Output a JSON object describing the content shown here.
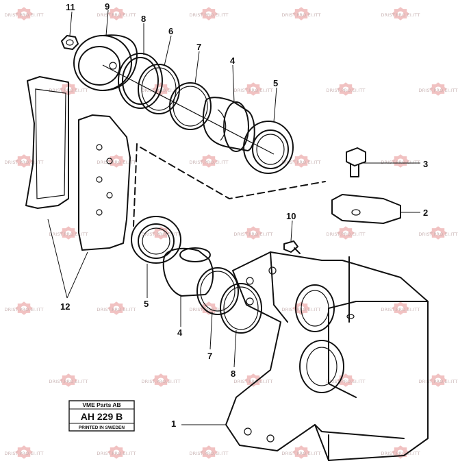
{
  "diagram": {
    "callouts": [
      {
        "id": "c11",
        "label": "11"
      },
      {
        "id": "c9",
        "label": "9"
      },
      {
        "id": "c8-top",
        "label": "8"
      },
      {
        "id": "c6",
        "label": "6"
      },
      {
        "id": "c7-top",
        "label": "7"
      },
      {
        "id": "c4-top",
        "label": "4"
      },
      {
        "id": "c5-top",
        "label": "5"
      },
      {
        "id": "c3",
        "label": "3"
      },
      {
        "id": "c2",
        "label": "2"
      },
      {
        "id": "c10",
        "label": "10"
      },
      {
        "id": "c5-bottom",
        "label": "5"
      },
      {
        "id": "c4-bottom",
        "label": "4"
      },
      {
        "id": "c7-bottom",
        "label": "7"
      },
      {
        "id": "c8-bottom",
        "label": "8"
      },
      {
        "id": "c12",
        "label": "12"
      },
      {
        "id": "c1",
        "label": "1"
      }
    ],
    "parts_box": {
      "title": "VME Parts AB",
      "code": "AH 229  B",
      "footer": "PRINTED IN SWEDEN"
    },
    "watermark": {
      "text": "DRIST.PRO.EI.ITT",
      "color": "#e07878"
    },
    "ink_color": "#111111"
  }
}
